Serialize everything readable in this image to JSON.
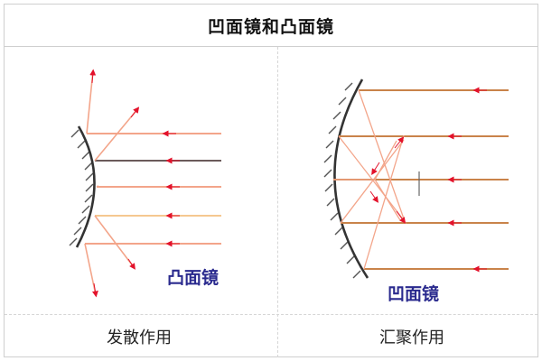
{
  "title": "凹面镜和凸面镜",
  "panels": {
    "left": {
      "mirror_label": "凸面镜",
      "caption": "发散作用"
    },
    "right": {
      "mirror_label": "凹面镜",
      "caption": "汇聚作用"
    }
  },
  "colors": {
    "ray": "#f3a58a",
    "ray_dark": "#6b5a5a",
    "arrow": "#e3122b",
    "mirror": "#333333",
    "label": "#2a2a8e"
  }
}
